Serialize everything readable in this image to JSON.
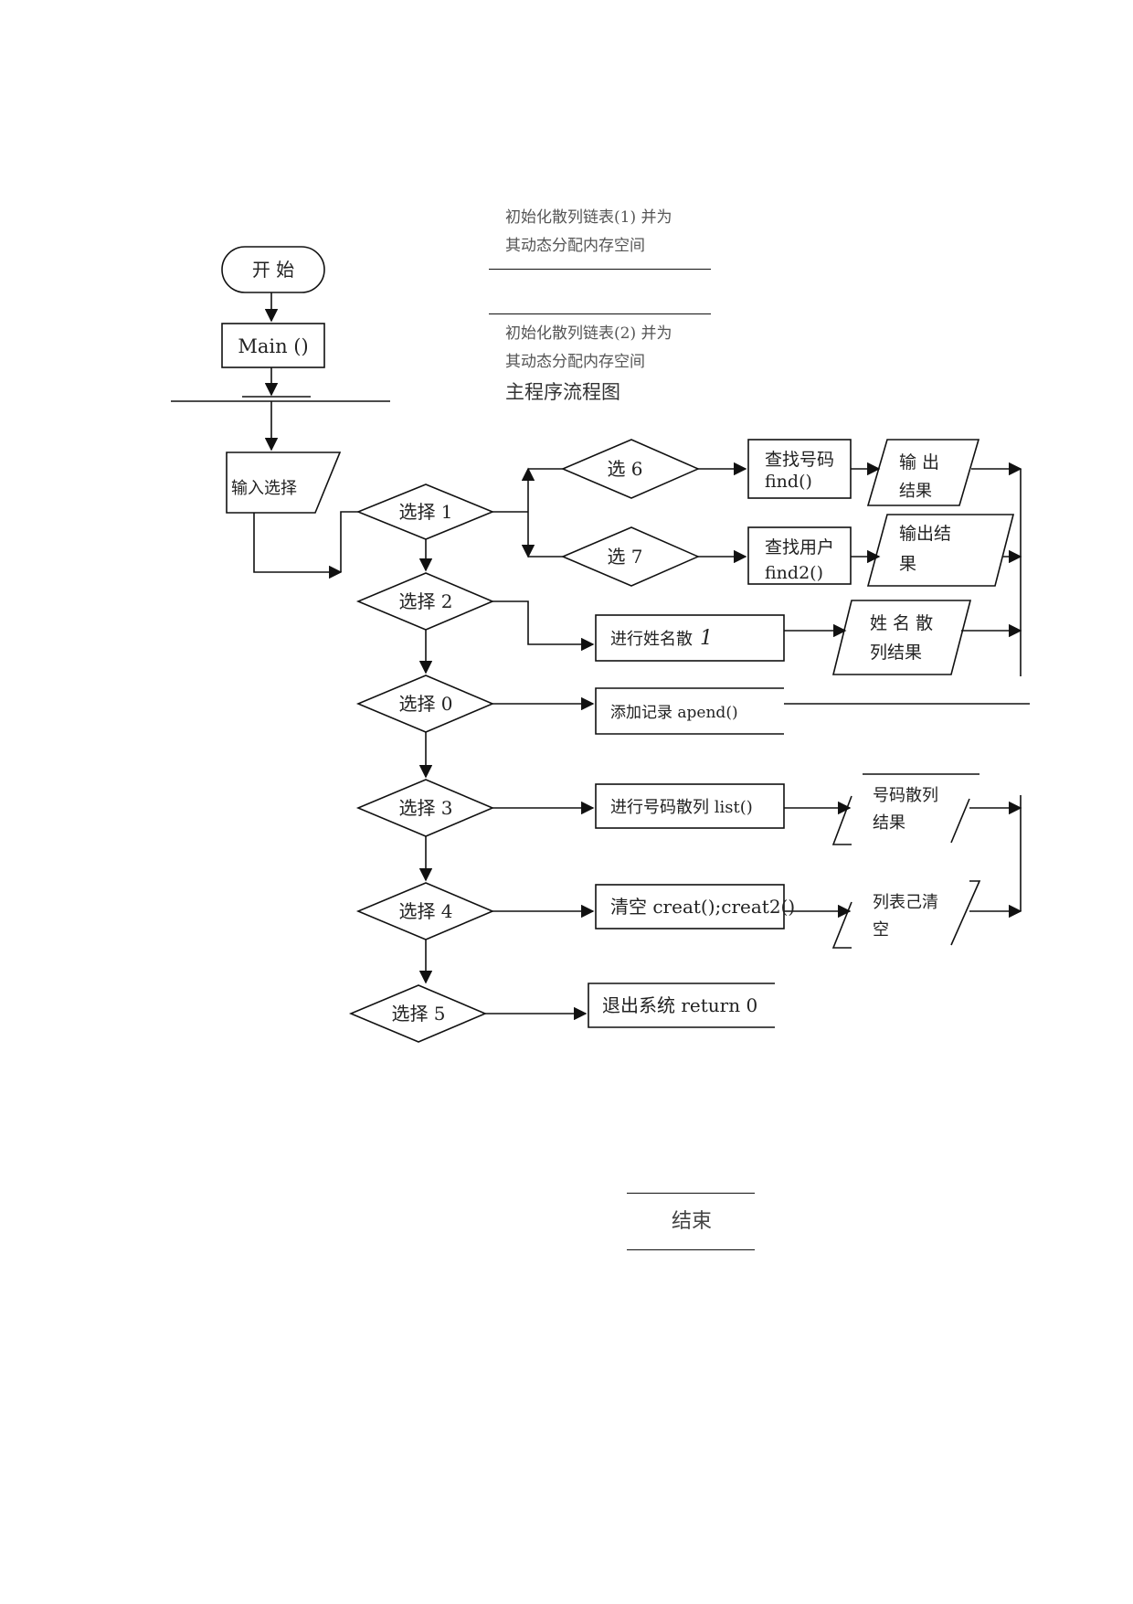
{
  "notes": {
    "init1_line1": "初始化散列链表(1) 并为",
    "init1_line2": "其动态分配内存空间",
    "init2_line1": "初始化散列链表(2) 并为",
    "init2_line2": "其动态分配内存空间",
    "caption": "主程序流程图"
  },
  "nodes": {
    "start": "开  始",
    "main": "Main ()",
    "input": "输入选择",
    "choice1": "选择 1",
    "choice2": "选择 2",
    "choice0": "选择 0",
    "choice3": "选择 3",
    "choice4": "选择 4",
    "choice5": "选择 5",
    "choice6": "选 6",
    "choice7": "选 7",
    "find_number_1": "查找号码",
    "find_number_2": "find()",
    "find_user_1": "查找用户",
    "find_user_2": "find2()",
    "output1_1": "输  出",
    "output1_2": "结果",
    "output2_1": "输出结",
    "output2_2": "果",
    "name_hash": "进行姓名散",
    "name_hash_suffix": "1",
    "name_result_1": "姓 名 散",
    "name_result_2": "列结果",
    "append": "添加记录  apend()",
    "number_hash": "进行号码散列  list()",
    "number_result_1": "号码散列",
    "number_result_2": "结果",
    "clear": "清空 creat();creat2()",
    "cleared_1": "列表己清",
    "cleared_2": "空",
    "exit": "退出系统 return 0",
    "end": "结束"
  }
}
